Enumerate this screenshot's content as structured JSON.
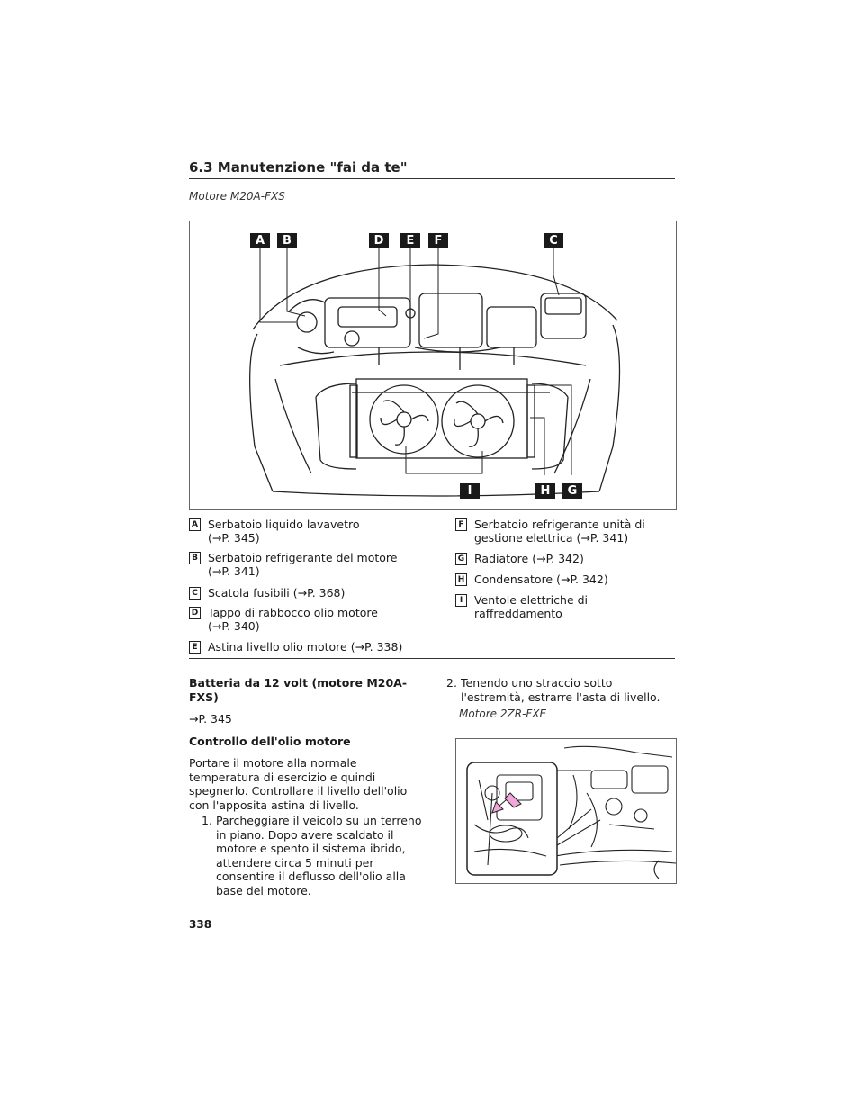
{
  "header": {
    "section_title": "6.3 Manutenzione \"fai da te\"",
    "figure1_caption": "Motore M20A-FXS"
  },
  "figure1": {
    "labels": [
      "A",
      "B",
      "D",
      "E",
      "F",
      "C",
      "I",
      "H",
      "G"
    ]
  },
  "legend": {
    "left": [
      {
        "key": "A",
        "line1": "Serbatoio liquido lavavetro",
        "line2": "(→P. 345)"
      },
      {
        "key": "B",
        "line1": "Serbatoio refrigerante del motore",
        "line2": "(→P. 341)"
      },
      {
        "key": "C",
        "line1": "Scatola fusibili (→P. 368)",
        "line2": ""
      },
      {
        "key": "D",
        "line1": "Tappo di rabbocco olio motore",
        "line2": "(→P. 340)"
      },
      {
        "key": "E",
        "line1": "Astina livello olio motore (→P. 338)",
        "line2": ""
      }
    ],
    "right": [
      {
        "key": "F",
        "line1": "Serbatoio refrigerante unità di",
        "line2": "gestione elettrica (→P. 341)"
      },
      {
        "key": "G",
        "line1": "Radiatore (→P. 342)",
        "line2": ""
      },
      {
        "key": "H",
        "line1": "Condensatore (→P. 342)",
        "line2": ""
      },
      {
        "key": "I",
        "line1": "Ventole elettriche di raffreddamento",
        "line2": ""
      }
    ]
  },
  "left_column": {
    "battery_heading": "Batteria da 12 volt (motore M20A-FXS)",
    "battery_ref": "→P. 345",
    "oil_heading": "Controllo dell'olio motore",
    "oil_intro": [
      "Portare il motore alla normale",
      "temperatura di esercizio e quindi",
      "spegnerlo. Controllare il livello dell'olio",
      "con l'apposita astina di livello."
    ],
    "step1_num": "1.",
    "step1": [
      "Parcheggiare il veicolo su un terreno",
      "in piano. Dopo avere scaldato il",
      "motore e spento il sistema ibrido,",
      "attendere circa 5 minuti per",
      "consentire il deflusso dell'olio alla",
      "base del motore."
    ]
  },
  "right_column": {
    "step2_num": "2.",
    "step2": [
      "Tenendo uno straccio sotto",
      "l'estremità, estrarre l'asta di livello."
    ],
    "figure2_caption": "Motore 2ZR-FXE"
  },
  "footer": {
    "page_number": "338"
  },
  "colors": {
    "arrow": "#f2a6d8",
    "label_bg": "#1a1a1a"
  }
}
